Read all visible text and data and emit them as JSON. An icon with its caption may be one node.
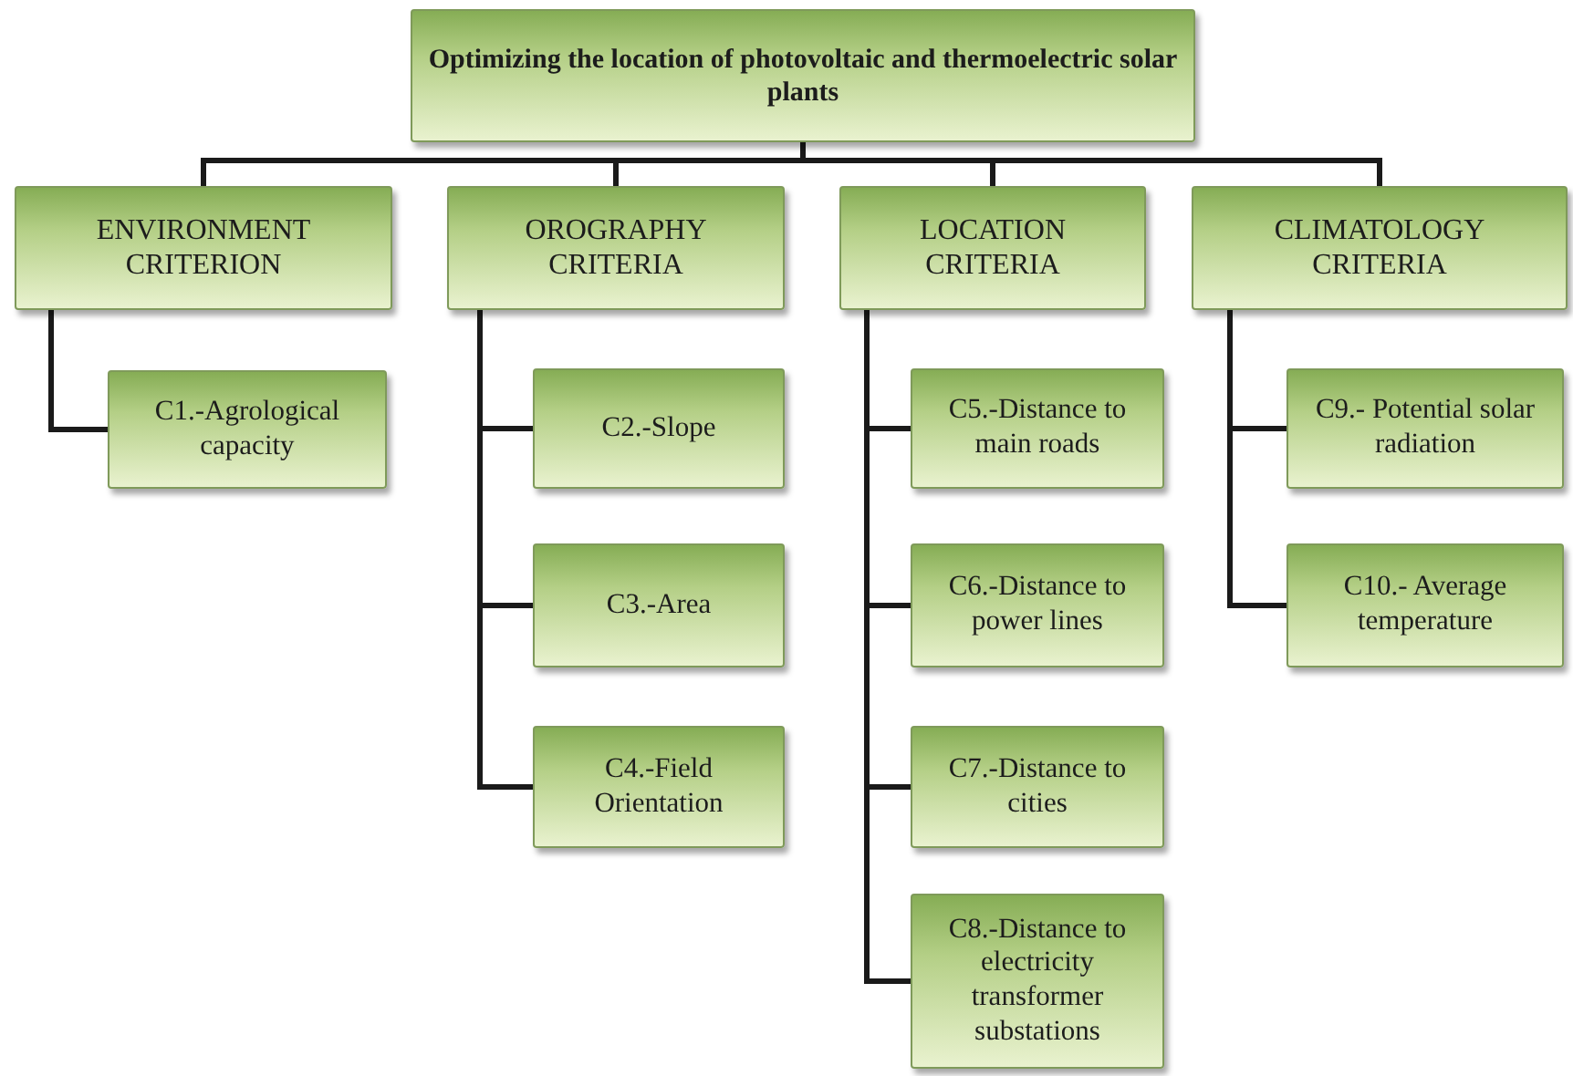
{
  "diagram": {
    "nodes": [
      {
        "text": [
          "Optimizing the location of photovoltaic and thermoelectric solar plants"
        ]
      },
      {
        "text": [
          "ENVIRONMENT CRITERION"
        ]
      },
      {
        "text": [
          "OROGRAPHY CRITERIA"
        ]
      },
      {
        "text": [
          "LOCATION CRITERIA"
        ]
      },
      {
        "text": [
          "CLIMATOLOGY CRITERIA"
        ]
      },
      {
        "text": [
          "C1.-Agrological capacity"
        ]
      },
      {
        "text": [
          "C2.-Slope"
        ]
      },
      {
        "text": [
          "C3.-Area"
        ]
      },
      {
        "text": [
          "C4.-Field Orientation"
        ]
      },
      {
        "text": [
          "C5.-Distance to main roads"
        ]
      },
      {
        "text": [
          "C6.-Distance to power lines"
        ]
      },
      {
        "text": [
          "C7.-Distance to cities"
        ]
      },
      {
        "text": [
          "C8.-Distance to electricity transformer substations"
        ]
      },
      {
        "text": [
          "C9.- Potential solar radiation"
        ]
      },
      {
        "text": [
          "C10.- Average temperature"
        ]
      }
    ],
    "edges": [
      {
        "from": 0,
        "to": 1,
        "arrow": "none"
      },
      {
        "from": 0,
        "to": 2,
        "arrow": "none"
      },
      {
        "from": 0,
        "to": 3,
        "arrow": "none"
      },
      {
        "from": 0,
        "to": 4,
        "arrow": "none"
      },
      {
        "from": 1,
        "to": 5,
        "arrow": "none"
      },
      {
        "from": 2,
        "to": 6,
        "arrow": "none"
      },
      {
        "from": 2,
        "to": 7,
        "arrow": "none"
      },
      {
        "from": 2,
        "to": 8,
        "arrow": "none"
      },
      {
        "from": 3,
        "to": 9,
        "arrow": "none"
      },
      {
        "from": 3,
        "to": 10,
        "arrow": "none"
      },
      {
        "from": 3,
        "to": 11,
        "arrow": "none"
      },
      {
        "from": 3,
        "to": 12,
        "arrow": "none"
      },
      {
        "from": 4,
        "to": 13,
        "arrow": "none"
      },
      {
        "from": 4,
        "to": 14,
        "arrow": "none"
      }
    ]
  }
}
